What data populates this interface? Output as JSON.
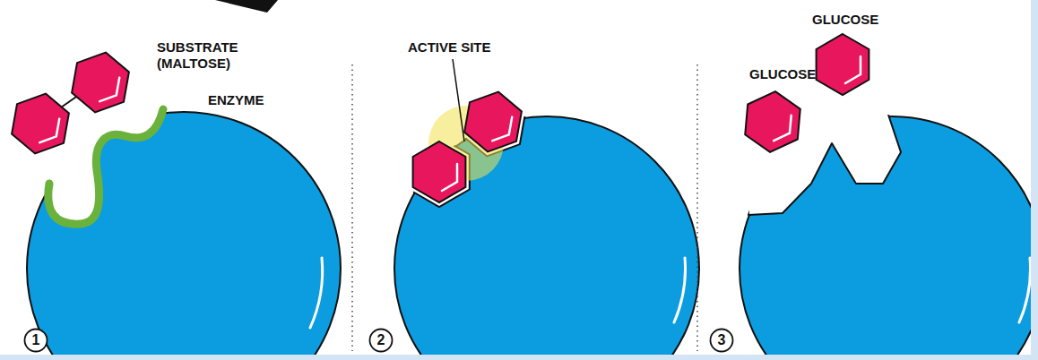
{
  "diagram": {
    "nodes": [
      {
        "text": [
          "1"
        ]
      },
      {
        "text": [
          "2"
        ]
      },
      {
        "text": [
          "3"
        ]
      }
    ],
    "labels": [
      "SUBSTRATE (MALTOSE)",
      "ENZYME",
      "ACTIVE SITE",
      "GLUCOSE",
      "GLUCOSE"
    ]
  }
}
